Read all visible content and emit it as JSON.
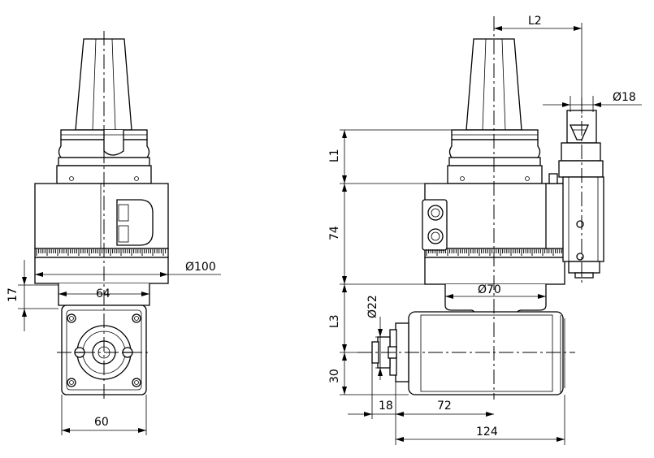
{
  "dimensions": {
    "dia_100": "Ø100",
    "dim_64": "64",
    "dim_17": "17",
    "dim_60": "60",
    "dim_L2": "L2",
    "dia_18": "Ø18",
    "dim_L1": "L1",
    "dim_74": "74",
    "dia_70": "Ø70",
    "dia_22": "Ø22",
    "dim_L3": "L3",
    "dim_30": "30",
    "dim_18": "18",
    "dim_72": "72",
    "dim_124": "124"
  }
}
